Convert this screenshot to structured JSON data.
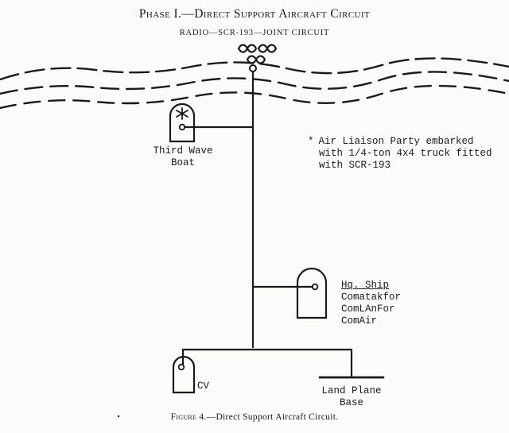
{
  "header": {
    "title": "Phase I.—Direct Support Aircraft Circuit",
    "subtitle": "RADIO—SCR-193—JOINT CIRCUIT"
  },
  "nodes": {
    "third_wave_boat": {
      "line1": "Third Wave",
      "line2": "Boat",
      "marker": "*"
    },
    "hq_ship": {
      "line1": "Hq. Ship",
      "line2": "Comatakfor",
      "line3": "ComLAnFor",
      "line4": "ComAir"
    },
    "cv": {
      "label": "CV"
    },
    "land_plane_base": {
      "line1": "Land Plane",
      "line2": "Base"
    }
  },
  "note": {
    "marker": "*",
    "line1": "Air Liaison Party embarked",
    "line2": "with 1/4-ton 4x4 truck fitted",
    "line3": "with SCR-193"
  },
  "caption": {
    "figure": "Figure 4.",
    "text": "—Direct Support Aircraft Circuit."
  },
  "icons": [
    "antenna-infinity-symbols",
    "radio-station-icon",
    "asterisk-marker",
    "waves"
  ],
  "colors": {
    "ink": "#1a1a1a",
    "paper": "#fbfbfa"
  }
}
